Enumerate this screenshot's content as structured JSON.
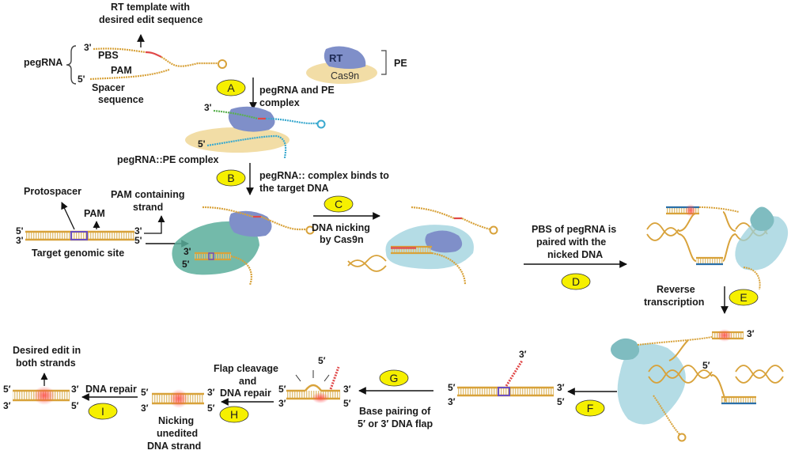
{
  "labels": {
    "rt_template": [
      "RT template with",
      "desired edit sequence"
    ],
    "pegrna": "pegRNA",
    "pbs": "PBS",
    "pam": "PAM",
    "spacer": [
      "Spacer",
      "sequence"
    ],
    "rt": "RT",
    "cas9n": "Cas9n",
    "pe": "PE",
    "complex_caption": [
      "pegRNA and PE",
      "complex"
    ],
    "complex_name": "pegRNA::PE complex",
    "binds_caption": [
      "pegRNA:: complex binds to",
      "the target DNA"
    ],
    "protospacer": "Protospacer",
    "pam_small": "PAM",
    "pam_strand": [
      "PAM containing",
      "strand"
    ],
    "target_site": "Target genomic site",
    "nicking": [
      "DNA nicking",
      "by Cas9n"
    ],
    "pbs_paired": [
      "PBS of pegRNA is",
      "paired with the",
      "nicked DNA"
    ],
    "reverse": [
      "Reverse",
      "transcription"
    ],
    "base_pairing": [
      "Base pairing of",
      "5′ or 3′ DNA flap"
    ],
    "flap": [
      "Flap cleavage",
      "and",
      "DNA repair"
    ],
    "nicking_unedited": [
      "Nicking",
      "unedited",
      "DNA strand"
    ],
    "dna_repair": "DNA repair",
    "desired_edit": [
      "Desired edit in",
      "both strands"
    ]
  },
  "ends": {
    "three_prime": "3'",
    "five_prime": "5'",
    "three_prime_curly": "3′",
    "five_prime_curly": "5′"
  },
  "steps": [
    "A",
    "B",
    "C",
    "D",
    "E",
    "F",
    "G",
    "H",
    "I"
  ],
  "colors": {
    "step_fill": "#f6f000",
    "strand": "#d8a23a",
    "rungs": "#e2c27a",
    "cas9n": "#f2dda6",
    "rt": "#7f8fc9",
    "teal": "#7fbcc0",
    "edit_red": "#e04848",
    "pam_purple": "#6a4fc0",
    "blue_rna": "#3aa9cf",
    "green_rna": "#5ab04f"
  }
}
